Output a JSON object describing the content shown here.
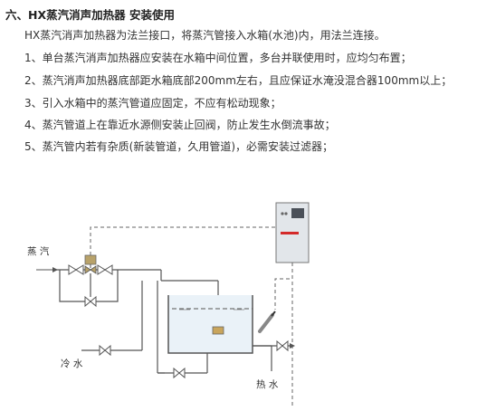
{
  "section": {
    "heading": "六、HX蒸汽消声加热器 安装使用",
    "intro": "HX蒸汽消声加热器为法兰接口，将蒸汽管接入水箱(水池)内，用法兰连接。",
    "items": [
      "1、单台蒸汽消声加热器应安装在水箱中间位置，多台并联使用时，应均匀布置；",
      "2、蒸汽消声加热器底部距水箱底部200mm左右，且应保证水淹没混合器100mm以上；",
      "3、引入水箱中的蒸汽管道应固定，不应有松动现象；",
      "4、蒸汽管道上在靠近水源侧安装止回阀，防止发生水倒流事故；",
      "5、蒸汽管内若有杂质(新装管道，久用管道)，必需安装过滤器；"
    ]
  },
  "diagram": {
    "steam_label": "蒸 汽",
    "cold_water_label": "冷 水",
    "hot_water_label": "热 水",
    "colors": {
      "pipe": "#555555",
      "tank_fill": "#eaf2f8",
      "cabinet_fill": "#e2e6ea",
      "valve_actuator": "#b8a26a",
      "heater": "#c9a55c",
      "panel_red": "#d42a2a"
    }
  }
}
